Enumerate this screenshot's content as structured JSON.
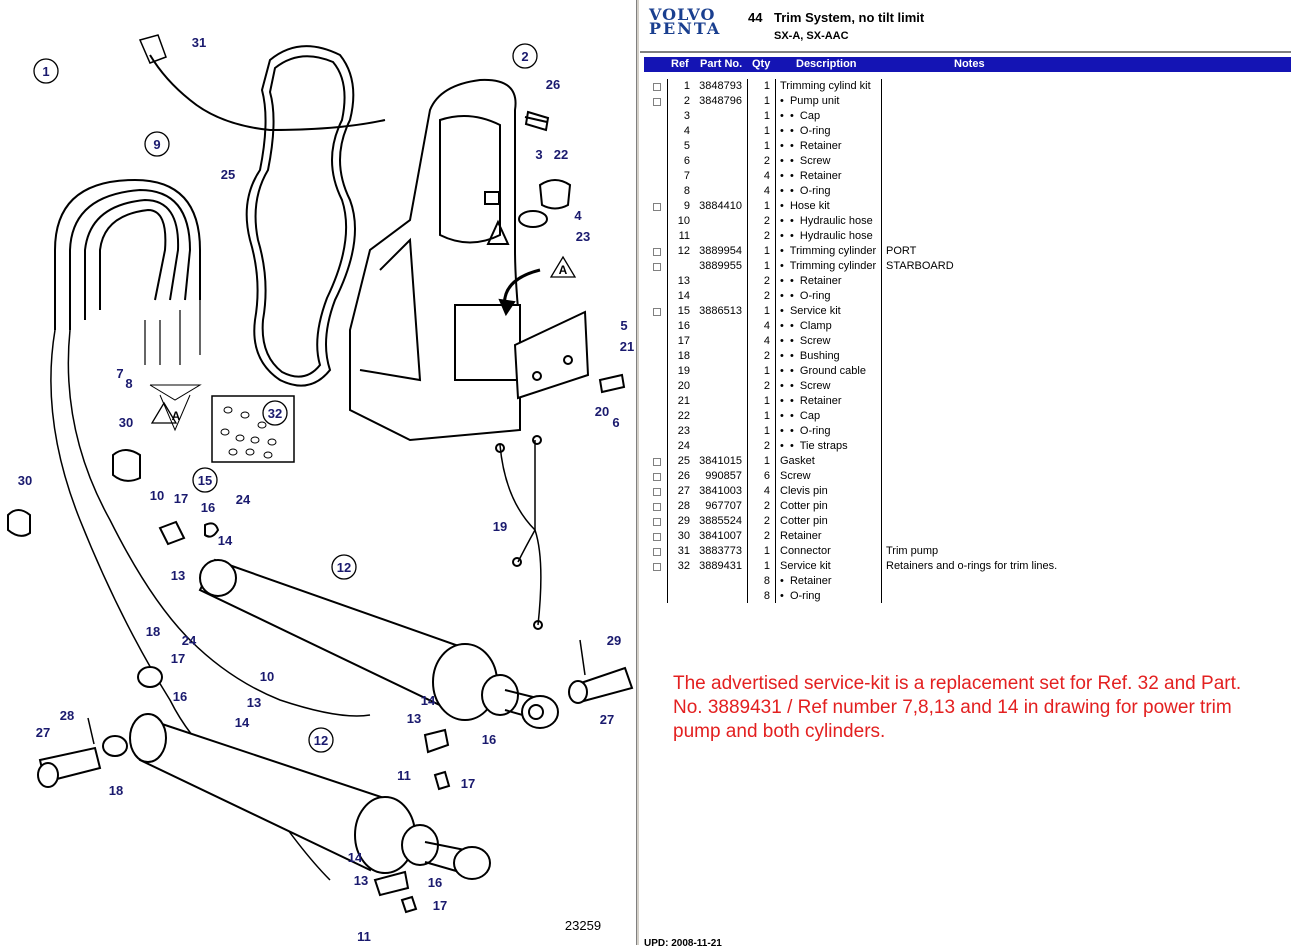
{
  "diagram": {
    "drawing_number": "23259",
    "callouts": {
      "c1": "1",
      "c2": "2",
      "c3": "3",
      "c4": "4",
      "c5": "5",
      "c6": "6",
      "c7": "7",
      "c8": "8",
      "c9": "9",
      "c10a": "10",
      "c10b": "10",
      "c11a": "11",
      "c11b": "11",
      "c12a": "12",
      "c12b": "12",
      "c13a": "13",
      "c13b": "13",
      "c13c": "13",
      "c13d": "13",
      "c14a": "14",
      "c14b": "14",
      "c14c": "14",
      "c14d": "14",
      "c15": "15",
      "c16a": "16",
      "c16b": "16",
      "c16c": "16",
      "c16d": "16",
      "c17a": "17",
      "c17b": "17",
      "c17c": "17",
      "c17d": "17",
      "c18a": "18",
      "c18b": "18",
      "c19": "19",
      "c20": "20",
      "c21": "21",
      "c22": "22",
      "c23": "23",
      "c24a": "24",
      "c24b": "24",
      "c25": "25",
      "c26": "26",
      "c27a": "27",
      "c27b": "27",
      "c28": "28",
      "c29": "29",
      "c30a": "30",
      "c30b": "30",
      "c31": "31",
      "c32": "32",
      "markA1": "A",
      "markA2": "A"
    }
  },
  "header": {
    "logo_line1": "VOLVO",
    "logo_line2": "PENTA",
    "section_number": "44",
    "title": "Trim System, no tilt limit",
    "models": "SX-A, SX-AAC"
  },
  "table": {
    "columns": [
      "Ref",
      "Part No.",
      "Qty",
      "Description",
      "Notes"
    ],
    "rows": [
      {
        "cb": true,
        "ref": "1",
        "part": "3848793",
        "qty": "1",
        "desc": "Trimming cylind kit",
        "notes": ""
      },
      {
        "cb": true,
        "ref": "2",
        "part": "3848796",
        "qty": "1",
        "desc": "•  Pump unit",
        "notes": ""
      },
      {
        "cb": false,
        "ref": "3",
        "part": "",
        "qty": "1",
        "desc": "•  •  Cap",
        "notes": ""
      },
      {
        "cb": false,
        "ref": "4",
        "part": "",
        "qty": "1",
        "desc": "•  •  O-ring",
        "notes": ""
      },
      {
        "cb": false,
        "ref": "5",
        "part": "",
        "qty": "1",
        "desc": "•  •  Retainer",
        "notes": ""
      },
      {
        "cb": false,
        "ref": "6",
        "part": "",
        "qty": "2",
        "desc": "•  •  Screw",
        "notes": ""
      },
      {
        "cb": false,
        "ref": "7",
        "part": "",
        "qty": "4",
        "desc": "•  •  Retainer",
        "notes": ""
      },
      {
        "cb": false,
        "ref": "8",
        "part": "",
        "qty": "4",
        "desc": "•  •  O-ring",
        "notes": ""
      },
      {
        "cb": true,
        "ref": "9",
        "part": "3884410",
        "qty": "1",
        "desc": "•  Hose kit",
        "notes": ""
      },
      {
        "cb": false,
        "ref": "10",
        "part": "",
        "qty": "2",
        "desc": "•  •  Hydraulic hose",
        "notes": ""
      },
      {
        "cb": false,
        "ref": "11",
        "part": "",
        "qty": "2",
        "desc": "•  •  Hydraulic hose",
        "notes": ""
      },
      {
        "cb": true,
        "ref": "12",
        "part": "3889954",
        "qty": "1",
        "desc": "•  Trimming cylinder",
        "notes": "PORT"
      },
      {
        "cb": true,
        "ref": "",
        "part": "3889955",
        "qty": "1",
        "desc": "•  Trimming cylinder",
        "notes": "STARBOARD"
      },
      {
        "cb": false,
        "ref": "13",
        "part": "",
        "qty": "2",
        "desc": "•  •  Retainer",
        "notes": ""
      },
      {
        "cb": false,
        "ref": "14",
        "part": "",
        "qty": "2",
        "desc": "•  •  O-ring",
        "notes": ""
      },
      {
        "cb": true,
        "ref": "15",
        "part": "3886513",
        "qty": "1",
        "desc": "•  Service kit",
        "notes": ""
      },
      {
        "cb": false,
        "ref": "16",
        "part": "",
        "qty": "4",
        "desc": "•  •  Clamp",
        "notes": ""
      },
      {
        "cb": false,
        "ref": "17",
        "part": "",
        "qty": "4",
        "desc": "•  •  Screw",
        "notes": ""
      },
      {
        "cb": false,
        "ref": "18",
        "part": "",
        "qty": "2",
        "desc": "•  •  Bushing",
        "notes": ""
      },
      {
        "cb": false,
        "ref": "19",
        "part": "",
        "qty": "1",
        "desc": "•  •  Ground cable",
        "notes": ""
      },
      {
        "cb": false,
        "ref": "20",
        "part": "",
        "qty": "2",
        "desc": "•  •  Screw",
        "notes": ""
      },
      {
        "cb": false,
        "ref": "21",
        "part": "",
        "qty": "1",
        "desc": "•  •  Retainer",
        "notes": ""
      },
      {
        "cb": false,
        "ref": "22",
        "part": "",
        "qty": "1",
        "desc": "•  •  Cap",
        "notes": ""
      },
      {
        "cb": false,
        "ref": "23",
        "part": "",
        "qty": "1",
        "desc": "•  •  O-ring",
        "notes": ""
      },
      {
        "cb": false,
        "ref": "24",
        "part": "",
        "qty": "2",
        "desc": "•  •  Tie straps",
        "notes": ""
      },
      {
        "cb": true,
        "ref": "25",
        "part": "3841015",
        "qty": "1",
        "desc": "Gasket",
        "notes": ""
      },
      {
        "cb": true,
        "ref": "26",
        "part": "990857",
        "qty": "6",
        "desc": "Screw",
        "notes": ""
      },
      {
        "cb": true,
        "ref": "27",
        "part": "3841003",
        "qty": "4",
        "desc": "Clevis pin",
        "notes": ""
      },
      {
        "cb": true,
        "ref": "28",
        "part": "967707",
        "qty": "2",
        "desc": "Cotter pin",
        "notes": ""
      },
      {
        "cb": true,
        "ref": "29",
        "part": "3885524",
        "qty": "2",
        "desc": "Cotter pin",
        "notes": ""
      },
      {
        "cb": true,
        "ref": "30",
        "part": "3841007",
        "qty": "2",
        "desc": "Retainer",
        "notes": ""
      },
      {
        "cb": true,
        "ref": "31",
        "part": "3883773",
        "qty": "1",
        "desc": "Connector",
        "notes": "Trim pump"
      },
      {
        "cb": true,
        "ref": "32",
        "part": "3889431",
        "qty": "1",
        "desc": "Service kit",
        "notes": "Retainers and o-rings for trim lines."
      },
      {
        "cb": false,
        "ref": "",
        "part": "",
        "qty": "8",
        "desc": "•  Retainer",
        "notes": ""
      },
      {
        "cb": false,
        "ref": "",
        "part": "",
        "qty": "8",
        "desc": "•  O-ring",
        "notes": ""
      }
    ]
  },
  "annotation": "The advertised service-kit is a replacement set for Ref. 32 and Part. No. 3889431 / Ref number 7,8,13 and 14 in drawing for power trim pump and both cylinders.",
  "footer": "UPD: 2008-11-21",
  "colors": {
    "brand": "#1a3f8f",
    "table_header": "#1414b4",
    "annotation": "#e32020",
    "callout": "#1a1a6e"
  }
}
